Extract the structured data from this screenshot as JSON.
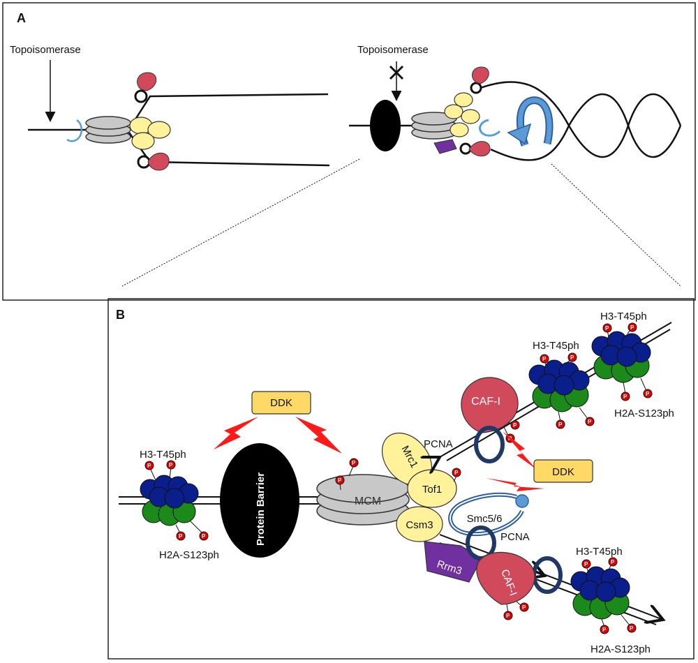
{
  "panel_a": {
    "label": "A",
    "topo_left": "Topoisomerase",
    "topo_right": "Topoisomerase"
  },
  "panel_b": {
    "label": "B",
    "ddk_left": "DDK",
    "ddk_right": "DDK",
    "protein_barrier": "Protein Barrier",
    "mcm": "MCM",
    "mrc1": "Mrc1",
    "tof1": "Tof1",
    "csm3": "Csm3",
    "smc56": "Smc5/6",
    "rrm3": "Rrm3",
    "cafi_top": "CAF-I",
    "cafi_bottom": "CAF-I",
    "pcna_top": "PCNA",
    "pcna_bottom": "PCNA",
    "h3_left": "H3-T45ph",
    "h2a_left": "H2A-S123ph",
    "h3_top_mid": "H3-T45ph",
    "h3_top_right": "H3-T45ph",
    "h2a_top_right": "H2A-S123ph",
    "h3_bottom_right": "H3-T45ph",
    "h2a_bottom_right": "H2A-S123ph",
    "phospho_mark": "P"
  },
  "colors": {
    "histone_blue": "#0a1e8c",
    "histone_green": "#1b8a1b",
    "caf_red": "#d04a5c",
    "yellow": "#fff29a",
    "gray": "#c8c8c8",
    "ddk_fill": "#ffd966",
    "rrm3_purple": "#7030a0",
    "smc_blue": "#5b9bd5",
    "pcna_ring": "#1f3864",
    "phospho_red": "#e00000",
    "bolt_red": "#ff1a1a"
  }
}
